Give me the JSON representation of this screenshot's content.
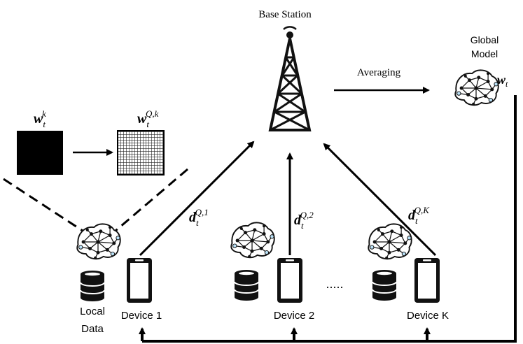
{
  "base_station": {
    "label": "Base Station"
  },
  "global_model": {
    "label_line1": "Global",
    "label_line2": "Model",
    "weight_symbol": "w",
    "weight_subscript": "t"
  },
  "averaging": {
    "label": "Averaging"
  },
  "local_weights": {
    "original": {
      "symbol": "w",
      "subscript": "t",
      "superscript": "k"
    },
    "quantized": {
      "symbol": "w",
      "subscript": "t",
      "superscript": "Q,k"
    }
  },
  "local_data": {
    "label_line1": "Local",
    "label_line2": "Data"
  },
  "devices": [
    {
      "label": "Device 1",
      "update_symbol": "d",
      "update_subscript": "t",
      "update_superscript": "Q,1"
    },
    {
      "label": "Device 2",
      "update_symbol": "d",
      "update_subscript": "t",
      "update_superscript": "Q,2"
    },
    {
      "label": "Device K",
      "update_symbol": "d",
      "update_subscript": "t",
      "update_superscript": "Q,K"
    }
  ],
  "ellipsis": "....."
}
